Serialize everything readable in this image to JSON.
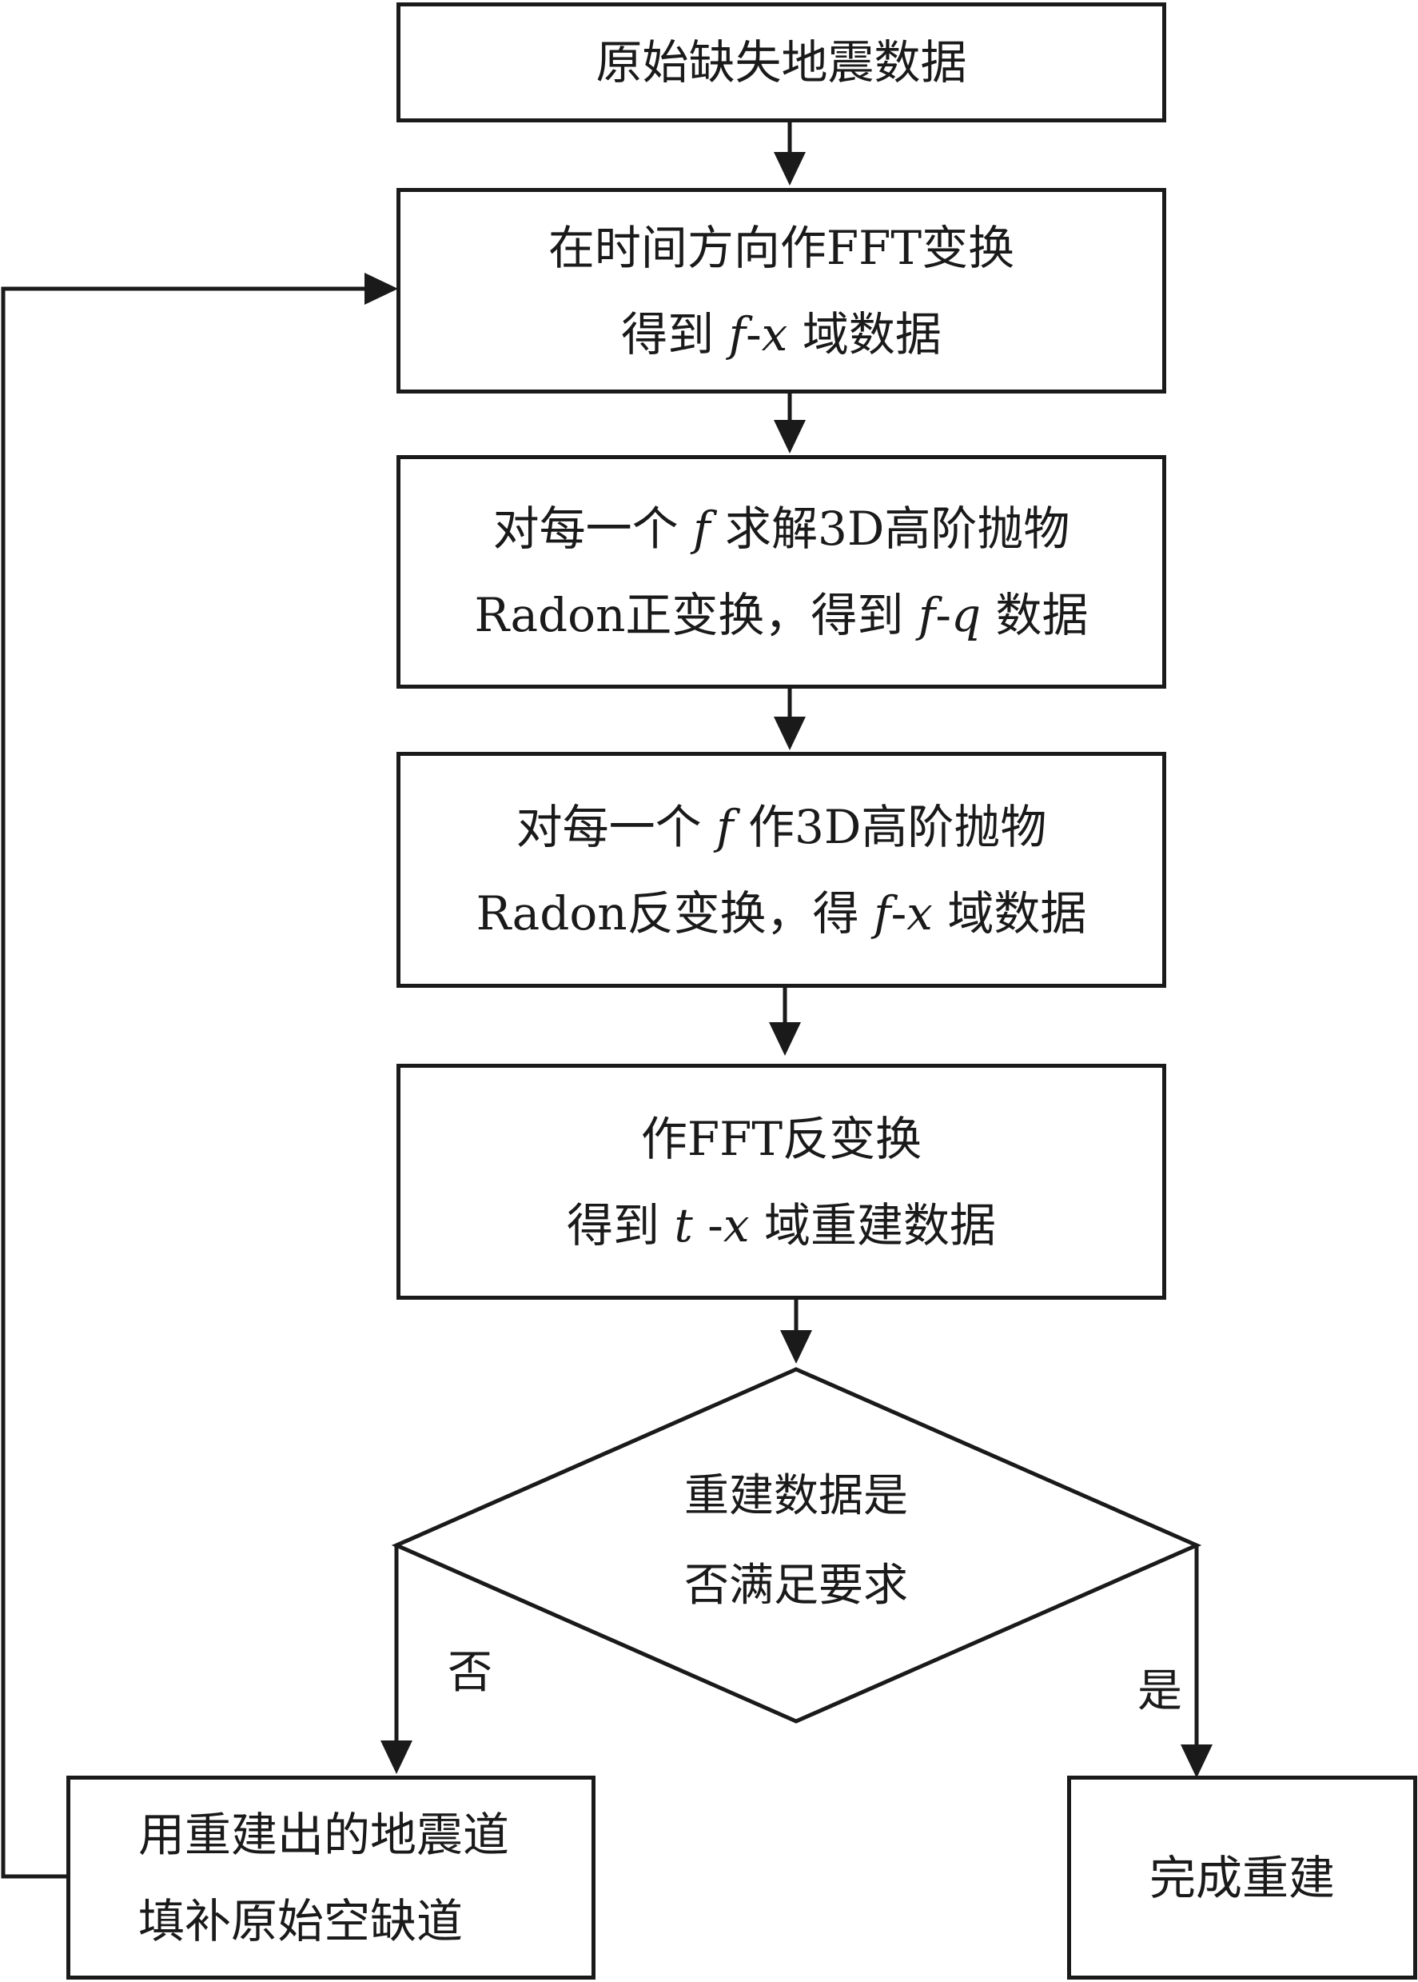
{
  "nodes": {
    "start": {
      "text": "原始缺失地震数据"
    },
    "fft": {
      "line1": "在时间方向作FFT变换",
      "line2_pre": "得到 ",
      "line2_var": "f",
      "line2_mid": "-",
      "line2_var2": "x",
      "line2_post": " 域数据"
    },
    "radon_fwd": {
      "line1_pre": "对每一个 ",
      "line1_var": "f",
      "line1_post": " 求解3D高阶抛物",
      "line2_pre": "Radon正变换，得到 ",
      "line2_var": "f",
      "line2_mid": "-",
      "line2_var2": "q",
      "line2_post": " 数据"
    },
    "radon_inv": {
      "line1_pre": "对每一个 ",
      "line1_var": "f",
      "line1_post": " 作3D高阶抛物",
      "line2_pre": "Radon反变换，得 ",
      "line2_var": "f",
      "line2_mid": "-",
      "line2_var2": "x",
      "line2_post": " 域数据"
    },
    "ifft": {
      "line1": "作FFT反变换",
      "line2_pre": "得到 ",
      "line2_var": "t",
      "line2_mid": " -",
      "line2_var2": "x",
      "line2_post": " 域重建数据"
    },
    "decision": {
      "line1": "重建数据是",
      "line2": "否满足要求"
    },
    "refill": {
      "line1": "用重建出的地震道",
      "line2": "填补原始空缺道"
    },
    "done": {
      "text": "完成重建"
    }
  },
  "branches": {
    "no": "否",
    "yes": "是"
  },
  "colors": {
    "stroke": "#1a1a1a",
    "background": "#ffffff"
  }
}
